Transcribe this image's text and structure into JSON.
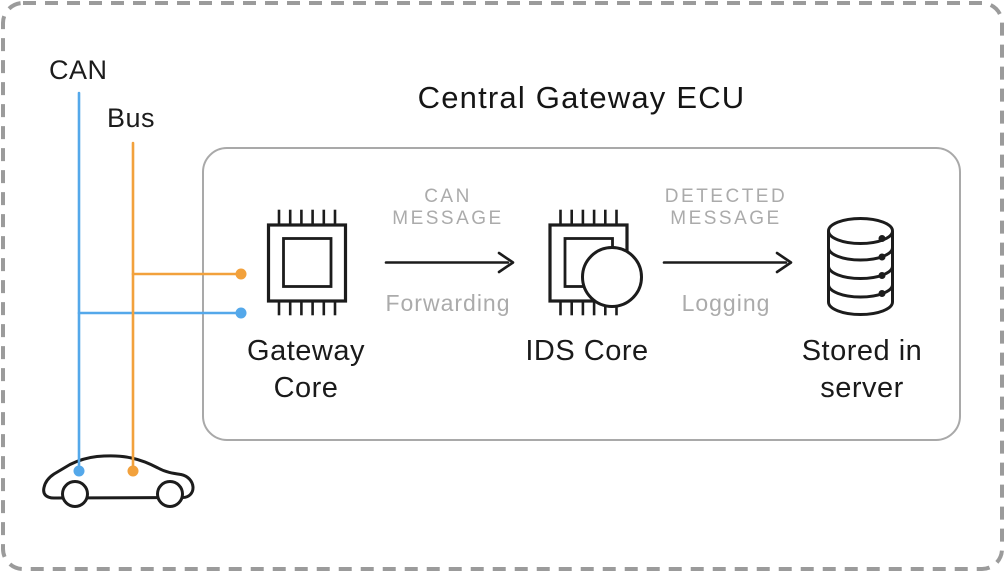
{
  "title": "Central Gateway ECU",
  "bus": {
    "can_label": "CAN",
    "bus_label": "Bus"
  },
  "ecu": {
    "gateway": {
      "label_line1": "Gateway",
      "label_line2": "Core"
    },
    "flow_forwarding": {
      "message_line1": "CAN",
      "message_line2": "MESSAGE",
      "action": "Forwarding"
    },
    "ids": {
      "label": "IDS Core"
    },
    "flow_logging": {
      "message_line1": "DETECTED",
      "message_line2": "MESSAGE",
      "action": "Logging"
    },
    "server": {
      "label_line1": "Stored in",
      "label_line2": "server"
    }
  },
  "icons": {
    "gateway": "chip-icon",
    "ids": "chip-with-lens-icon",
    "server": "database-icon",
    "vehicle": "car-icon",
    "flow": "arrow-right-icon"
  },
  "colors": {
    "can_line": "#54A8EA",
    "bus_line": "#F2A13C",
    "ink": "#1C1C1C",
    "muted_text": "#ABABAB",
    "border_gray": "#9B9B9B",
    "box_border": "#A9A9A9"
  }
}
